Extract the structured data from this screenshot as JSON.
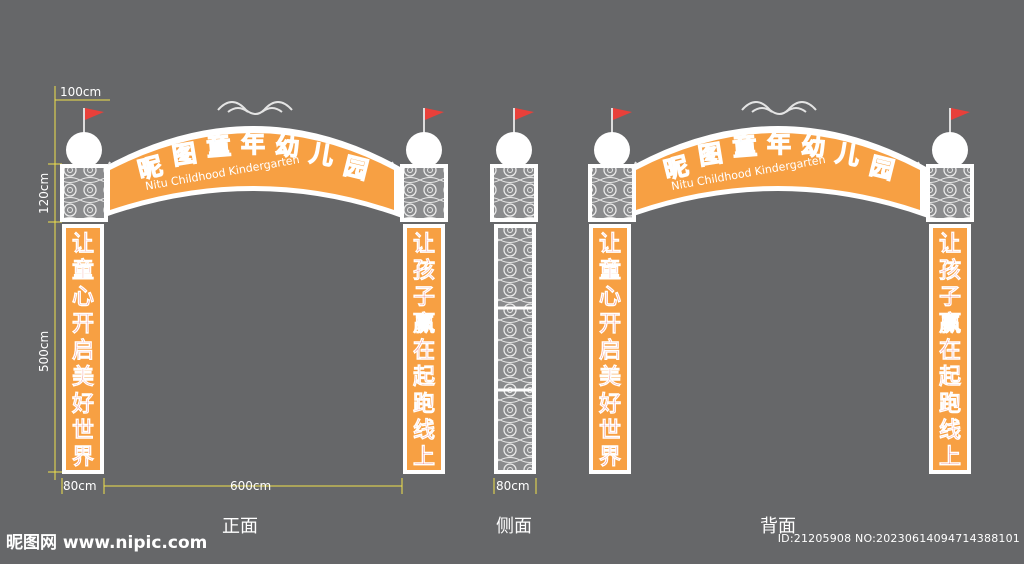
{
  "front": {
    "dims": {
      "flag_width": "100cm",
      "capital_height": "120cm",
      "column_height": "500cm",
      "column_width": "80cm",
      "span_width": "600cm"
    },
    "sign": {
      "title_chars": [
        "昵",
        "图",
        "童",
        "年",
        "幼",
        "儿",
        "园"
      ],
      "subtitle": "Nitu Childhood Kindergarten"
    },
    "left_column_chars": [
      "让",
      "童",
      "心",
      "开",
      "启",
      "美",
      "好",
      "世",
      "界"
    ],
    "right_column_chars": [
      "让",
      "孩",
      "子",
      "赢",
      "在",
      "起",
      "跑",
      "线",
      "上"
    ]
  },
  "side": {
    "dims": {
      "column_width": "80cm"
    }
  },
  "back": {
    "sign": {
      "title_chars": [
        "昵",
        "图",
        "童",
        "年",
        "幼",
        "儿",
        "园"
      ],
      "subtitle": "Nitu Childhood Kindergarten"
    },
    "left_column_chars": [
      "让",
      "童",
      "心",
      "开",
      "启",
      "美",
      "好",
      "世",
      "界"
    ],
    "right_column_chars": [
      "让",
      "孩",
      "子",
      "赢",
      "在",
      "起",
      "跑",
      "线",
      "上"
    ]
  },
  "labels": {
    "front": "正面",
    "side": "侧面",
    "back": "背面"
  },
  "watermark": {
    "site": "昵图网 www.nipic.com",
    "id": "ID:21205908 NO:20230614094714388101"
  },
  "colors": {
    "background": "#666769",
    "panel": "#f7a043",
    "text_red": "#e8403a",
    "dim_line": "#f0e14a",
    "frame": "#ffffff",
    "flag": "#e8403a"
  },
  "title_colors": [
    "#e8403a",
    "#f7d44a",
    "#4aa8d8",
    "#e8403a",
    "#8bc34a",
    "#4aa8d8",
    "#f7d44a"
  ]
}
